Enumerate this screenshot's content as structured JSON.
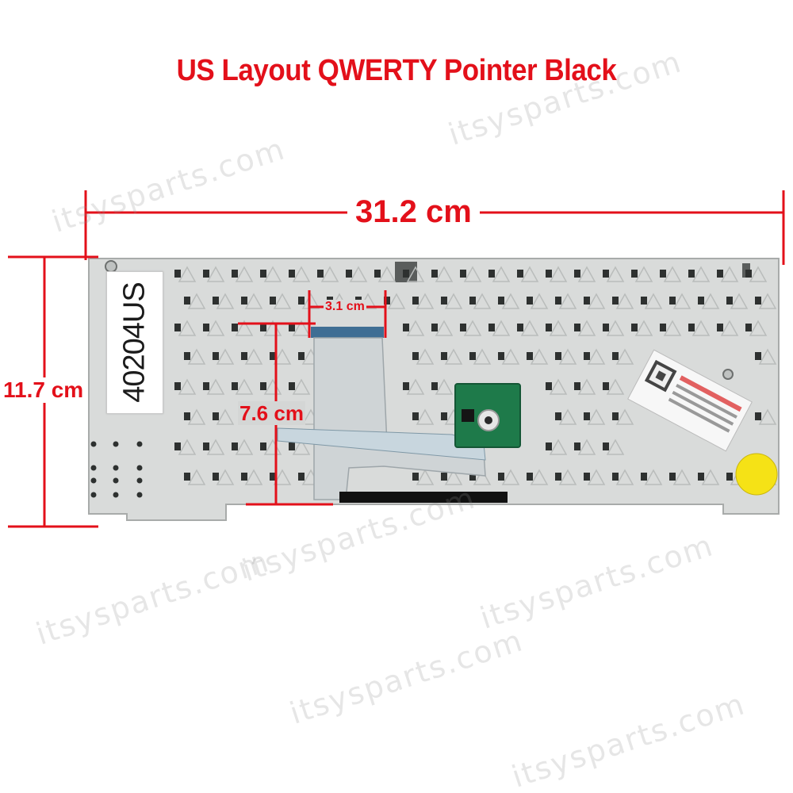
{
  "image": {
    "title": "US Layout QWERTY Pointer Black",
    "dimensions": {
      "width": "31.2 cm",
      "height": "11.7 cm",
      "cable_height": "7.6 cm",
      "cable_width": "3.1 cm"
    },
    "part_label": "40204US",
    "watermark": "itsysparts.com",
    "colors": {
      "annotation": "#e3101a",
      "keyboard_plate": "#d9dbda",
      "cable": "#c8d6de",
      "pcb": "#1e7a4a",
      "sticker": "#f5e216"
    }
  }
}
